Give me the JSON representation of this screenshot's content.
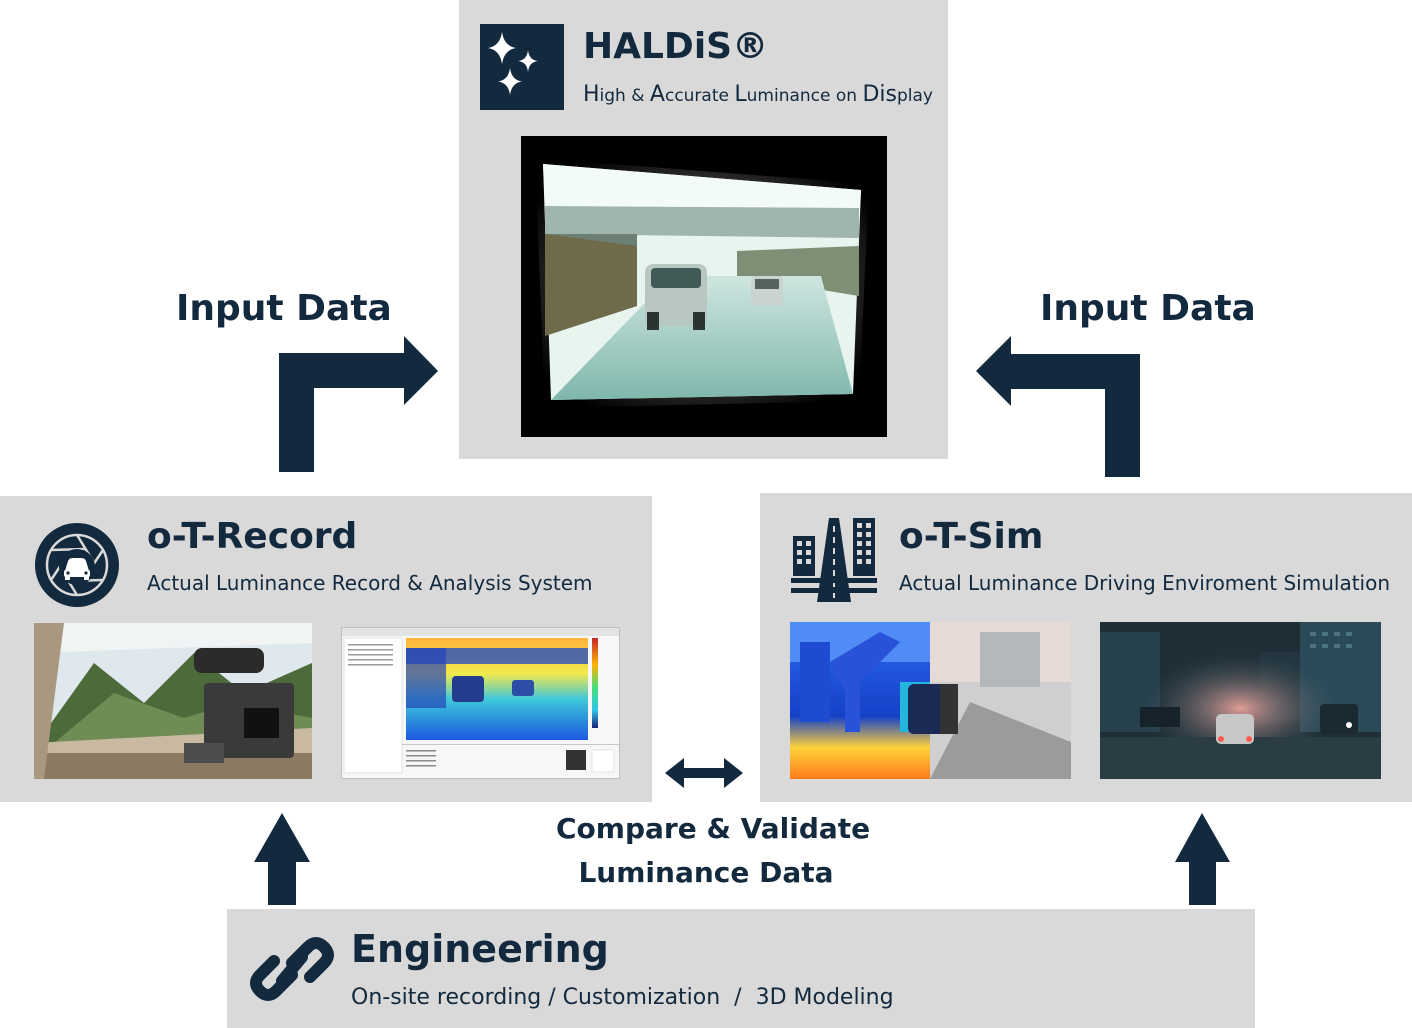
{
  "haldis": {
    "title": "HALDiS®",
    "subtitle_parts": [
      {
        "text": "H",
        "size": "big"
      },
      {
        "text": "igh & ",
        "size": "small"
      },
      {
        "text": "A",
        "size": "big"
      },
      {
        "text": "ccurate ",
        "size": "small"
      },
      {
        "text": "L",
        "size": "big"
      },
      {
        "text": "uminance on ",
        "size": "small"
      },
      {
        "text": "Dis",
        "size": "big"
      },
      {
        "text": "play",
        "size": "small"
      }
    ],
    "icon": "sparkles-icon"
  },
  "input_left": "Input Data",
  "input_right": "Input Data",
  "record": {
    "title": "o-T-Record",
    "subtitle": "Actual Luminance Record & Analysis System",
    "icon": "camera-aperture-car-icon"
  },
  "sim": {
    "title": "o-T-Sim",
    "subtitle": "Actual Luminance Driving Enviroment Simulation",
    "icon": "city-road-icon"
  },
  "compare": {
    "line1": "Compare & Validate",
    "line2": "Luminance Data"
  },
  "engineering": {
    "title": "Engineering",
    "subtitle": "On-site recording / Customization  /  3D Modeling",
    "icon": "chain-link-icon"
  },
  "colors": {
    "navy": "#13293d",
    "panel": "#d9d9d9"
  }
}
